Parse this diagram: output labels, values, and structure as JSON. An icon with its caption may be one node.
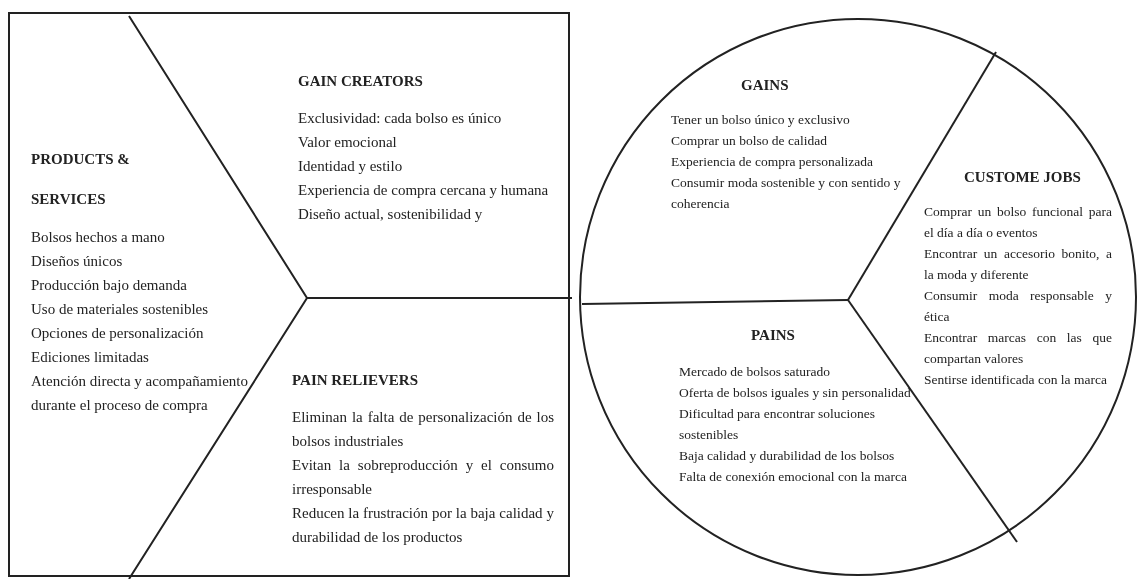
{
  "diagram": {
    "nodes": [
      {
        "text": [],
        "shape": "box"
      },
      {
        "text": [
          "PRODUCTS & SERVICES",
          "Bolsos hechos a mano",
          "Diseños únicos",
          "Producción bajo demanda",
          "Uso de materiales sostenibles",
          "Opciones de personalización",
          "Ediciones limitadas",
          "Atención directa y acompañamiento durante el proceso de compra"
        ],
        "in": 0
      },
      {
        "text": [
          "GAIN CREATORS",
          "Exclusividad: cada bolso es único",
          "Valor emocional",
          "Identidad y estilo",
          "Experiencia de compra cercana y humana",
          "Diseño actual, sostenibilidad y"
        ],
        "in": 0
      },
      {
        "text": [
          "PAIN RELIEVERS",
          "Eliminan la falta de personalización de los bolsos industriales",
          "Evitan la sobreproducción y el consumo irresponsable",
          "Reducen la frustración por la baja calidad y durabilidad de los productos"
        ],
        "in": 0
      },
      {
        "text": [],
        "shape": "circle"
      },
      {
        "text": [
          "GAINS",
          "Tener un bolso único y exclusivo",
          "Comprar un bolso de calidad",
          "Experiencia de compra personalizada",
          "Consumir moda sostenible y con sentido y coherencia"
        ],
        "in": 4
      },
      {
        "text": [
          "CUSTOME JOBS",
          "Comprar un bolso funcional para el día a día o eventos",
          "Encontrar un accesorio bonito, a la moda y diferente",
          "Consumir moda responsable y ética",
          "Encontrar marcas con las que compartan valores",
          "Sentirse identificada con la marca"
        ],
        "in": 4
      },
      {
        "text": [
          "PAINS",
          "Mercado de bolsos saturado",
          "Oferta de bolsos iguales y sin personalidad",
          "Dificultad para encontrar soluciones sostenibles",
          "Baja calidad y durabilidad de los bolsos",
          "Falta de conexión emocional con la marca"
        ],
        "in": 4
      }
    ]
  }
}
